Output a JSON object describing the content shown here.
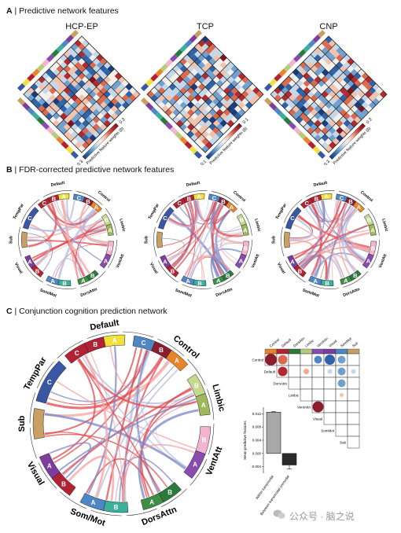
{
  "sectionA": {
    "letter": "A",
    "title": " | Predictive network features"
  },
  "sectionB": {
    "letter": "B",
    "title": " | FDR-corrected predictive network features"
  },
  "sectionC": {
    "letter": "C",
    "title": " | Conjunction cognition prediction network"
  },
  "heatmaps": [
    {
      "title": "HCP-EP",
      "vmin": "-0.3",
      "vmax": "0.3",
      "cbar_label": "Predictive feature weights (β)"
    },
    {
      "title": "TCP",
      "vmin": "-0.1",
      "vmax": "0.1",
      "cbar_label": "Predictive feature weights (β)"
    },
    {
      "title": "CNP",
      "vmin": "-0.3",
      "vmax": "0.3",
      "cbar_label": "Predictive feature weights (β)"
    }
  ],
  "networks": [
    "TempPar",
    "Default",
    "Control",
    "Limbic",
    "VentAtt",
    "DorsAttn",
    "Som/Mot",
    "Visual",
    "Sub"
  ],
  "network_colors": {
    "TempPar": "#3a57a6",
    "Default": "#b22234",
    "DefaultC": "#b22234",
    "Control": "#e8842a",
    "Limbic": "#b7cc7a",
    "VentAtt": "#8a4bb0",
    "VentAttB": "#f2b4cf",
    "DorsAttn": "#2a7a3c",
    "SomMot": "#4f86c6",
    "SomMotB": "#3bb09b",
    "Visual": "#7e3d9c",
    "Sub": "#c9a063",
    "accentYellow": "#f2e13b"
  },
  "matrix": {
    "col_labels": [
      "Control",
      "Default",
      "DorsAttn",
      "Limbic",
      "VentAttn",
      "Visual",
      "SomMot",
      "Sub"
    ],
    "row_labels": [
      "Control",
      "Default",
      "DorsAttn",
      "Limbic",
      "VentAttn",
      "Visual",
      "SomMot",
      "Sub"
    ],
    "colors": [
      "#e8842a",
      "#b22234",
      "#2a7a3c",
      "#b7cc7a",
      "#8a4bb0",
      "#7e3d9c",
      "#4f86c6",
      "#c9a063"
    ]
  },
  "bar_chart": {
    "ylabel": "Mean predictive features",
    "ticks": [
      "0.012",
      "0.008",
      "0.004",
      "0.000",
      "-0.004"
    ],
    "categories": [
      "Within transmodal",
      "Between transmodal-unimodal"
    ]
  },
  "chart_data": {
    "type": "bar",
    "categories": [
      "Within transmodal",
      "Between transmodal-unimodal"
    ],
    "values": [
      0.0125,
      -0.0035
    ],
    "errors": [
      0.0002,
      0.0012
    ],
    "ylabel": "Mean predictive features",
    "ylim": [
      -0.006,
      0.014
    ],
    "colors": [
      "#a8a8a8",
      "#2a2a2a"
    ]
  },
  "watermark": "公众号 · 脑之说"
}
